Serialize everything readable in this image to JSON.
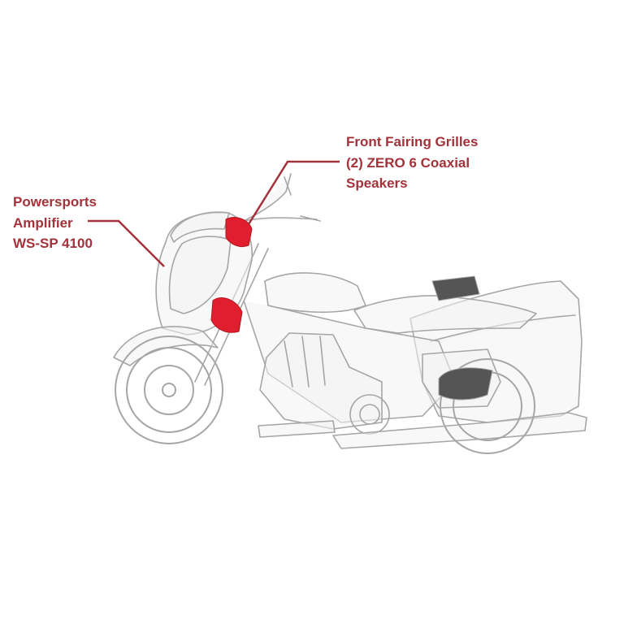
{
  "colors": {
    "accent": "#a3323a",
    "highlight_red": "#e01e2e",
    "line_gray": "#a6a6a6",
    "body_fill": "#f3f3f3",
    "dark_part": "#555555",
    "background": "#ffffff"
  },
  "callouts": {
    "speakers": {
      "lines": [
        "Front Fairing Grilles",
        "(2) ZERO 6 Coaxial",
        "Speakers"
      ]
    },
    "amplifier": {
      "lines": [
        "Powersports",
        "Amplifier",
        "WS-SP 4100"
      ]
    }
  },
  "illustration": {
    "subject": "motorcycle-bagger-xray",
    "highlighted_parts": [
      "front-fairing-speaker-upper",
      "front-fairing-speaker-lower"
    ]
  }
}
